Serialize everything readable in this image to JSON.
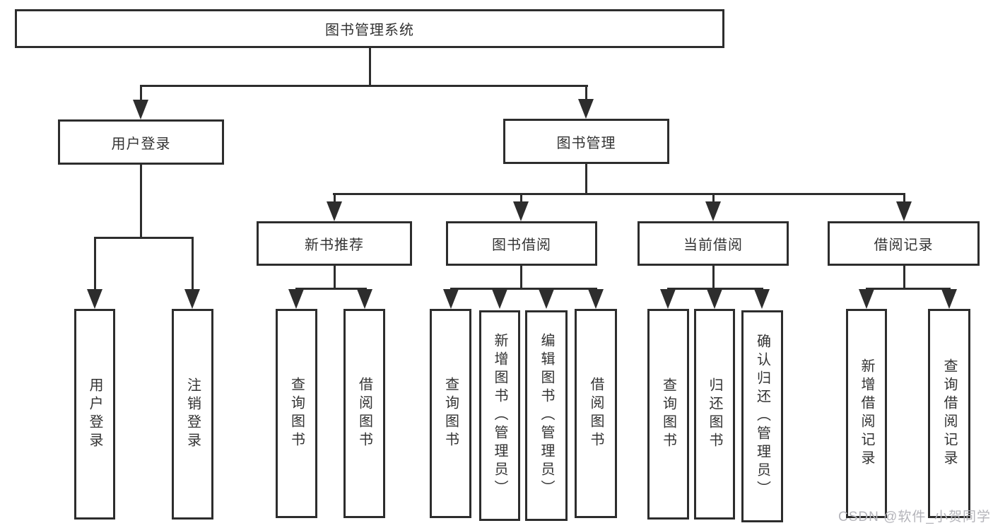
{
  "watermark": "CSDN @软件_小贺同学",
  "colors": {
    "line": "#2d2d2d",
    "text": "#333333",
    "watermark": "#b4b4ba",
    "background": "#ffffff"
  },
  "tree": {
    "label": "图书管理系统",
    "children": [
      {
        "label": "用户登录",
        "children": [
          {
            "label": "用户登录"
          },
          {
            "label": "注销登录"
          }
        ]
      },
      {
        "label": "图书管理",
        "children": [
          {
            "label": "新书推荐",
            "children": [
              {
                "label": "查询图书"
              },
              {
                "label": "借阅图书"
              }
            ]
          },
          {
            "label": "图书借阅",
            "children": [
              {
                "label": "查询图书"
              },
              {
                "label": "新增图书（管理员）"
              },
              {
                "label": "编辑图书（管理员）"
              },
              {
                "label": "借阅图书"
              }
            ]
          },
          {
            "label": "当前借阅",
            "children": [
              {
                "label": "查询图书"
              },
              {
                "label": "归还图书"
              },
              {
                "label": "确认归还（管理员）"
              }
            ]
          },
          {
            "label": "借阅记录",
            "children": [
              {
                "label": "新增借阅记录"
              },
              {
                "label": "查询借阅记录"
              }
            ]
          }
        ]
      }
    ]
  }
}
